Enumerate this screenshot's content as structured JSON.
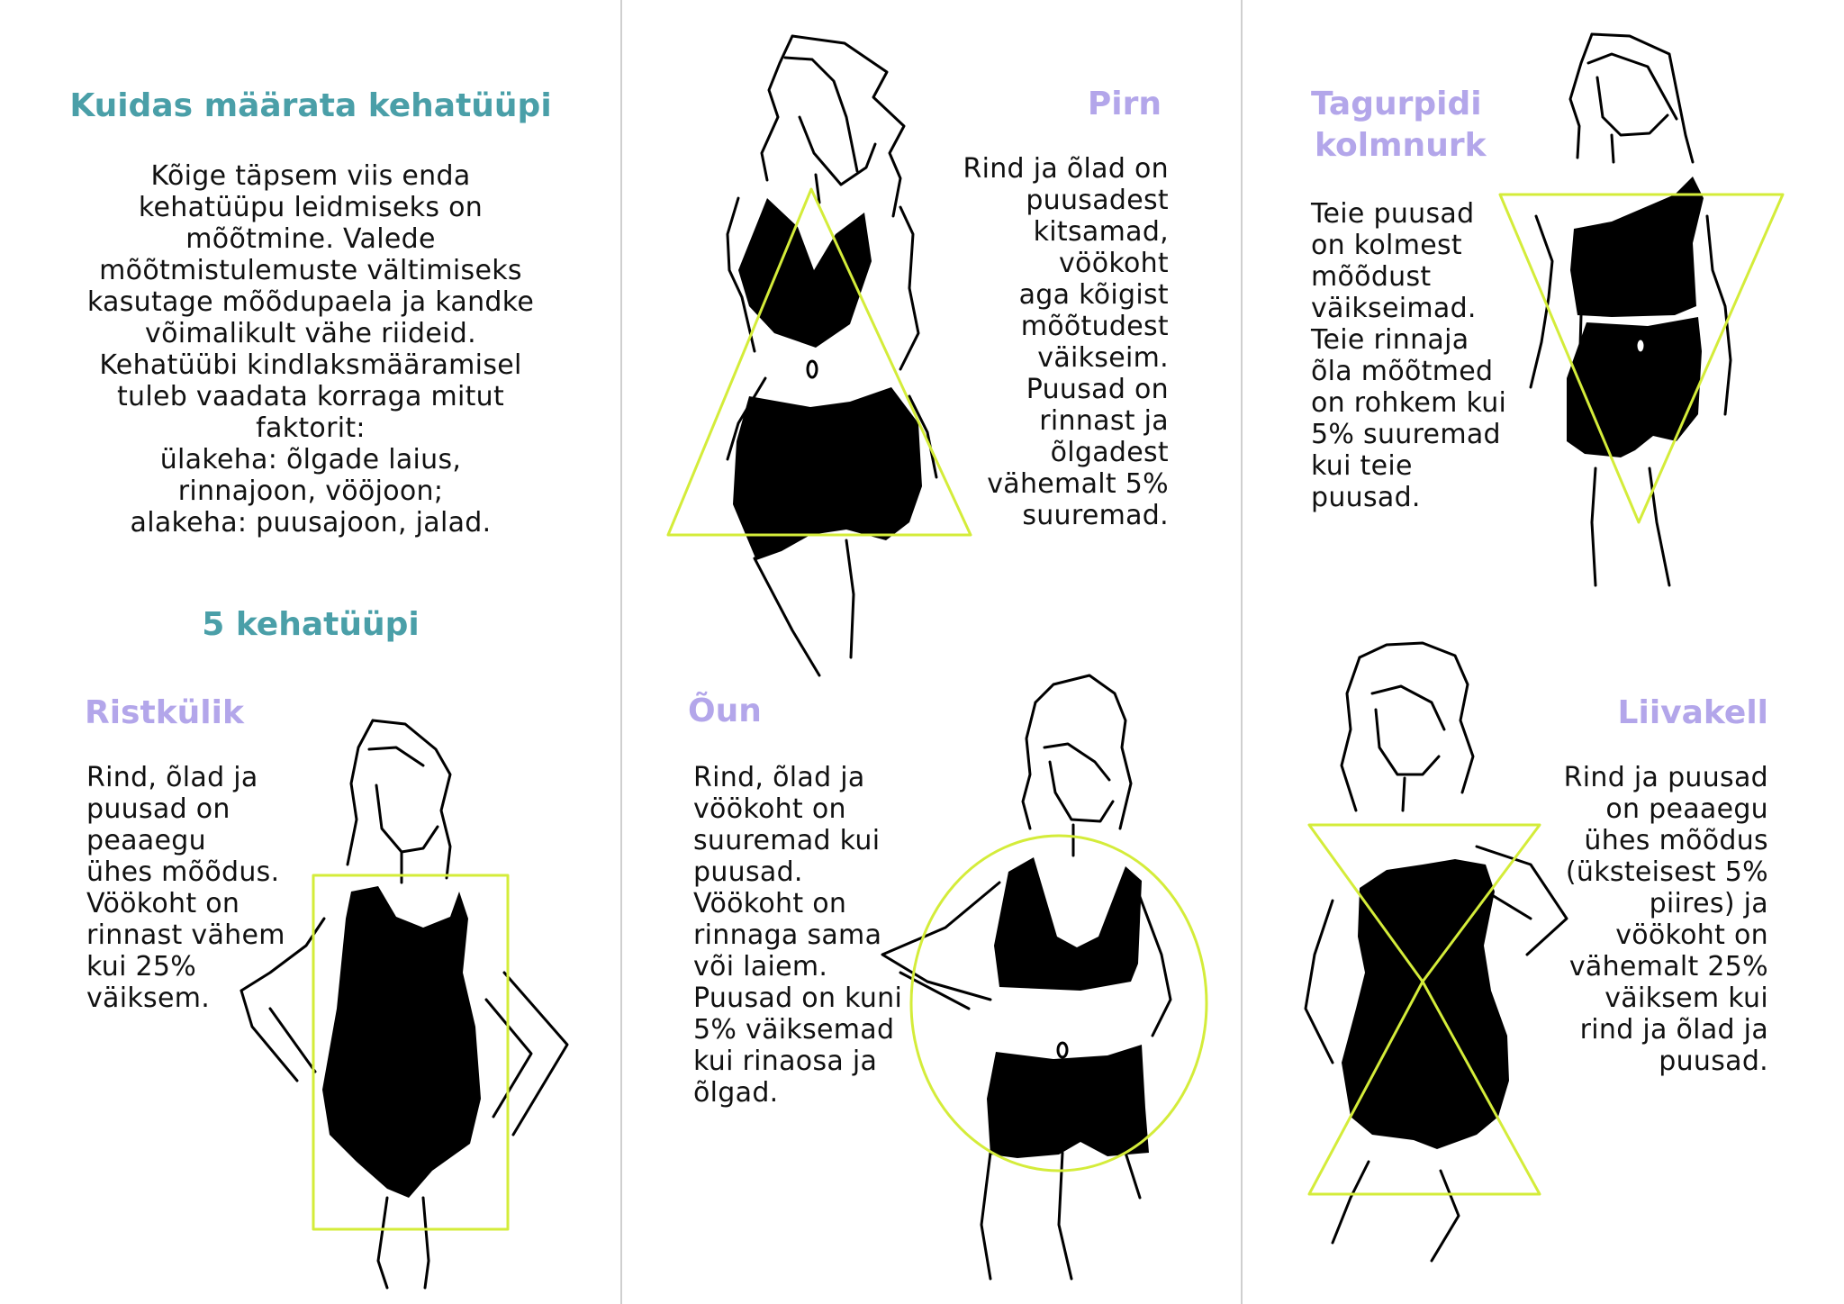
{
  "intro": {
    "heading": "Kuidas määrata kehatüüpi",
    "text": "Kõige täpsem viis enda\nkehatüüpu leidmiseks on\nmõõtmine. Valede\nmõõtmistulemuste vältimiseks\nkasutage mõõdupaela ja kandke\nvõimalikult vähe riideid.\nKehatüübi kindlaksmääramisel\ntuleb vaadata korraga mitut\nfaktorit:\nülakeha: õlgade laius,\nrinnajoon, vööjoon;\nalakeha: puusajoon, jalad."
  },
  "subheading": "5 kehatüüpi",
  "types": {
    "ristkylik": {
      "title": "Ristkülik",
      "text": "Rind, õlad ja\npuusad on\npeaaegu\nühes mõõdus.\nVöökoht on\nrinnast vähem\nkui 25%\nväiksem."
    },
    "pirn": {
      "title": "Pirn",
      "text": "Rind ja õlad on\npuusadest\nkitsamad,\nvöökoht\naga kõigist\nmõõtudest\nväikseim.\nPuusad on\nrinnast ja\nõlgadest\nvähemalt 5%\nsuuremad."
    },
    "tagurpidi": {
      "title_line1": "Tagurpidi",
      "title_line2": "kolmnurk",
      "text": "Teie puusad\non kolmest\nmõõdust\nväikseimad.\nTeie rinnaja\nõla mõõtmed\non rohkem kui\n5% suuremad\nkui teie\npuusad."
    },
    "oun": {
      "title": "Õun",
      "text": "Rind, õlad ja\nvöökoht on\nsuuremad kui\npuusad.\nVöökoht on\nrinnaga sama\nvõi laiem.\nPuusad on kuni\n5% väiksemad\nkui rinaosa ja\nõlgad."
    },
    "liivakell": {
      "title": "Liivakell",
      "text": "Rind ja puusad\non peaaegu\nühes mõõdus\n(üksteisest 5%\npiires) ja\nvöökoht on\nvähemalt 25%\nväiksem kui\nrind ja õlad ja\npuusad."
    }
  },
  "colors": {
    "heading": "#4a9fa8",
    "type_title": "#b3a6ea",
    "shape_outline": "#d4ec3a",
    "divider": "#cfcfcf"
  }
}
